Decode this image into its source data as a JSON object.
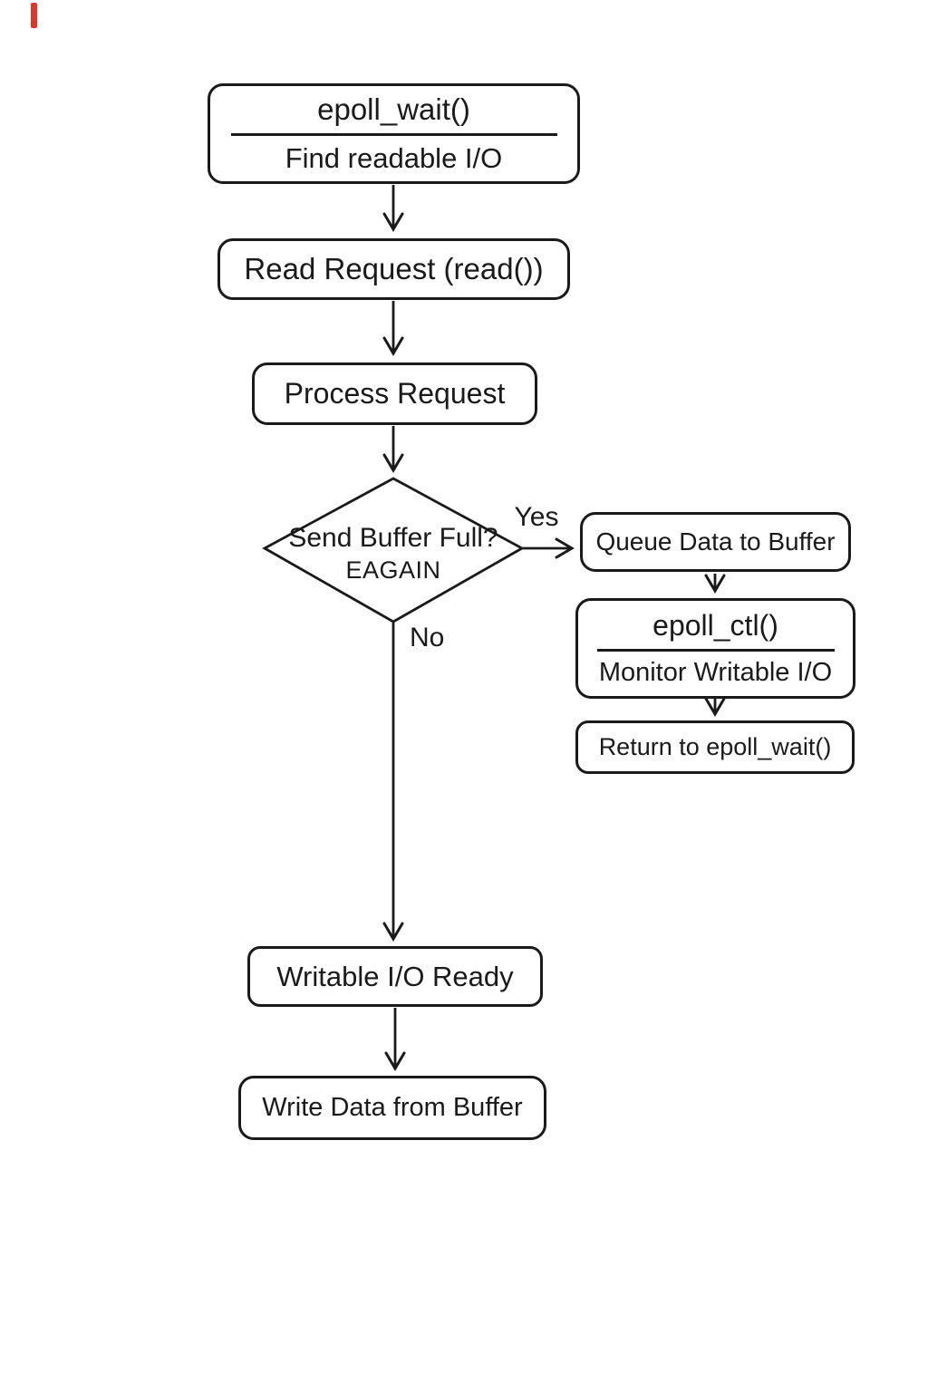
{
  "colors": {
    "stroke": "#1a1a1a",
    "background": "#ffffff",
    "accent_mark_red": "#d63a2b"
  },
  "nodes": {
    "epoll_wait": {
      "title": "epoll_wait()",
      "subtitle": "Find readable I/O"
    },
    "read_request": {
      "label": "Read Request (read())"
    },
    "process_request": {
      "label": "Process Request"
    },
    "decision": {
      "question": "Send Buffer Full?",
      "errno": "EAGAIN"
    },
    "queue_data": {
      "label": "Queue Data to Buffer"
    },
    "epoll_ctl": {
      "title": "epoll_ctl()",
      "subtitle": "Monitor Writable I/O"
    },
    "return_wait": {
      "label": "Return to epoll_wait()"
    },
    "writable_ready": {
      "label": "Writable I/O Ready"
    },
    "write_data": {
      "label": "Write Data from Buffer"
    }
  },
  "edge_labels": {
    "yes": "Yes",
    "no": "No"
  }
}
